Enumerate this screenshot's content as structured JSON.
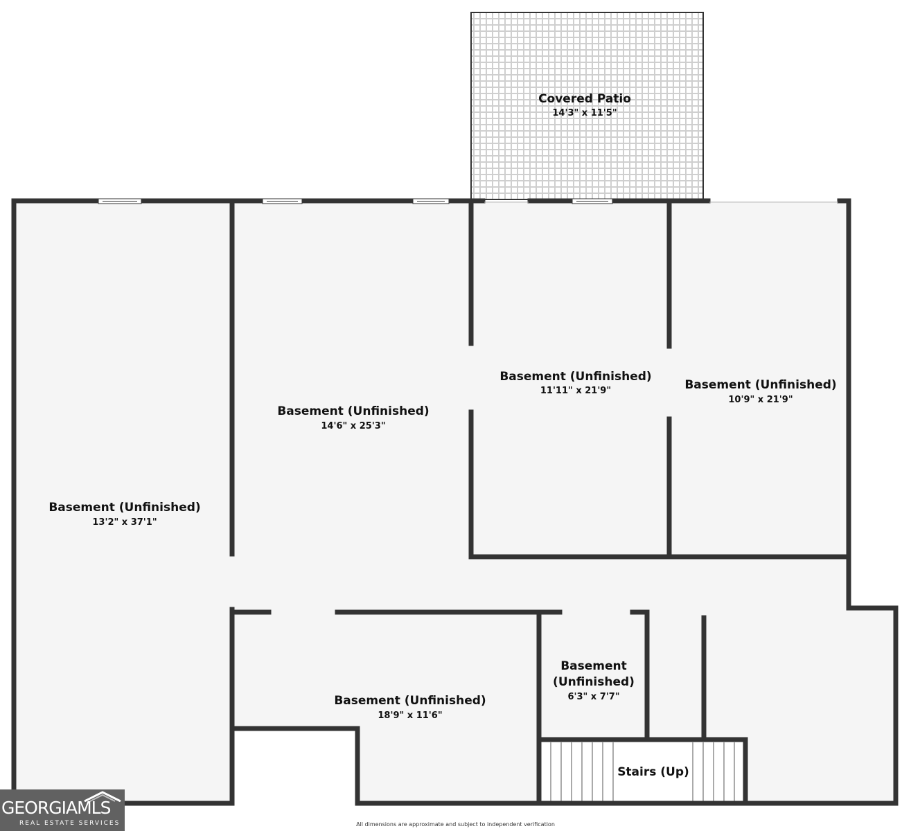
{
  "colors": {
    "wall": "#333333",
    "floor": "#f5f5f5",
    "patio_grid": "#cfcfcf",
    "logo_bg": "#616161"
  },
  "patio": {
    "name": "Covered Patio",
    "dims": "14'3\" x 11'5\""
  },
  "rooms": [
    {
      "name": "Basement (Unfinished)",
      "dims": "13'2\" x 37'1\""
    },
    {
      "name": "Basement (Unfinished)",
      "dims": "14'6\" x 25'3\""
    },
    {
      "name": "Basement (Unfinished)",
      "dims": "11'11\" x 21'9\""
    },
    {
      "name": "Basement (Unfinished)",
      "dims": "10'9\" x 21'9\""
    },
    {
      "name": "Basement (Unfinished)",
      "dims": "18'9\" x 11'6\""
    },
    {
      "name_line1": "Basement",
      "name_line2": "(Unfinished)",
      "dims": "6'3\" x 7'7\""
    }
  ],
  "stairs": {
    "label": "Stairs (Up)"
  },
  "logo": {
    "main": "GEORGIAMLS",
    "sub": "REAL ESTATE SERVICES",
    "icon": "house-roof-icon"
  },
  "footer": "All dimensions are approximate and subject to independent verification"
}
